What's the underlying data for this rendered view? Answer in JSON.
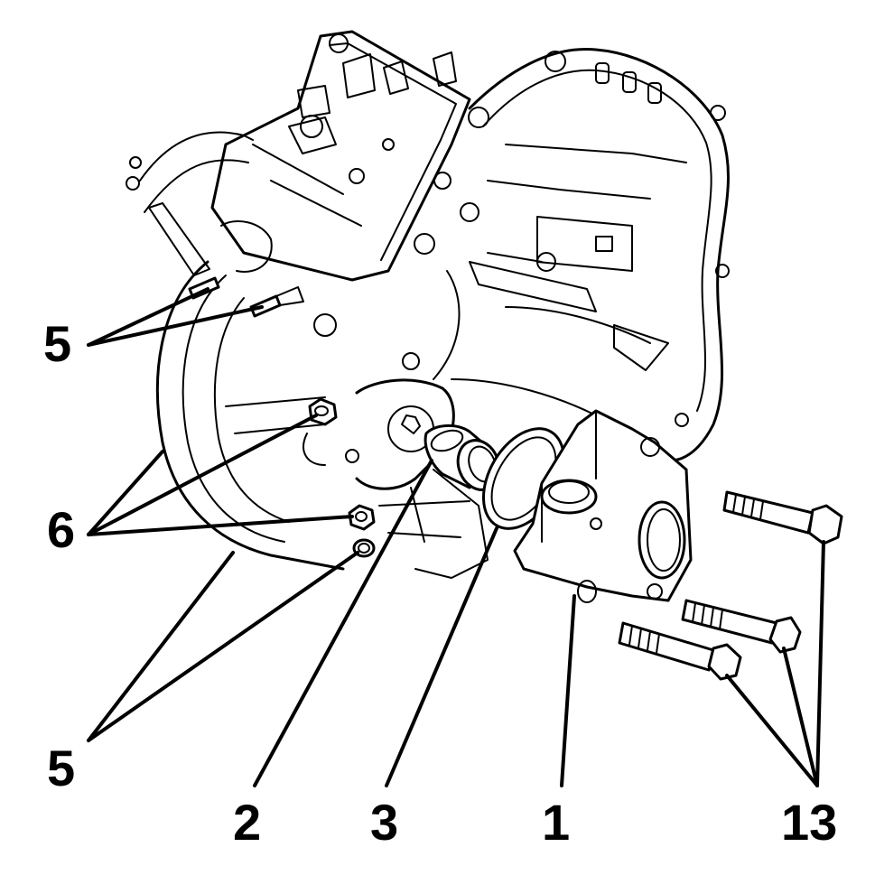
{
  "callouts": {
    "c5_top": "5",
    "c6": "6",
    "c5_bottom": "5",
    "c2": "2",
    "c3": "3",
    "c1": "1",
    "c13": "13"
  }
}
